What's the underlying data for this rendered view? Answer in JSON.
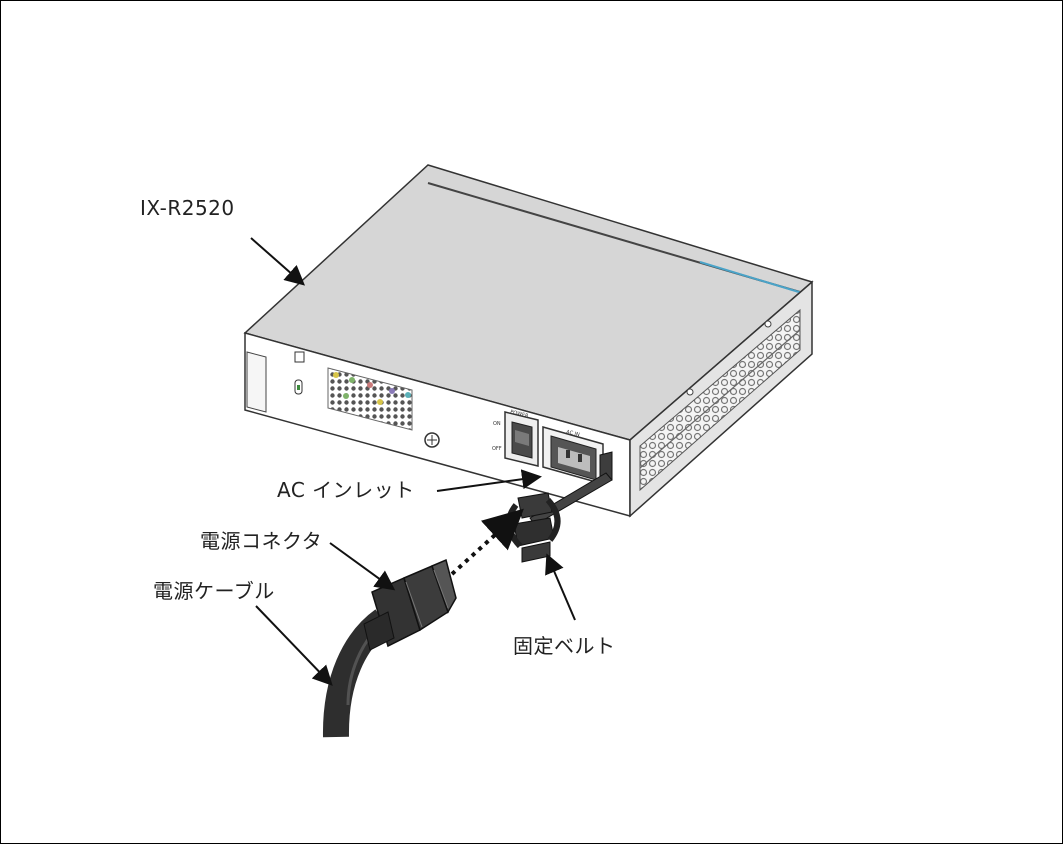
{
  "labels": {
    "model": "IX-R2520",
    "ac_inlet": "AC インレット",
    "power_connector": "電源コネクタ",
    "power_cable": "電源ケーブル",
    "fixing_belt": "固定ベルト"
  },
  "panel_markings": {
    "power_switch": "POWER",
    "switch_on": "ON",
    "switch_off": "OFF",
    "ac_in": "AC IN"
  },
  "colors": {
    "top_surface": "#d6d6d6",
    "front_face": "#ffffff",
    "side_face": "#e2e2e2",
    "outline": "#333333",
    "cable": "#2e2e2e",
    "accent_stripe": "#4aa3c8"
  }
}
